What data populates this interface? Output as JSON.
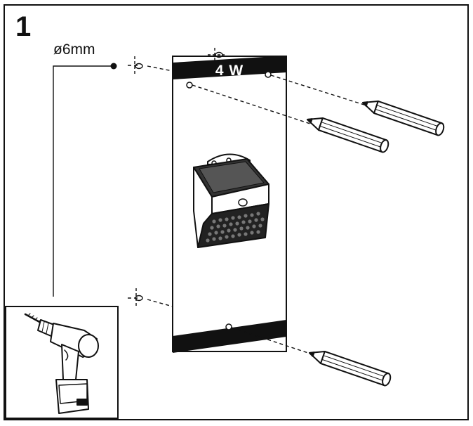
{
  "step": {
    "number": "1"
  },
  "drill": {
    "bit_size": "ø6mm"
  },
  "template": {
    "wattage_label": "4 W"
  },
  "icons": {
    "drill": "power-drill-icon",
    "lamp": "solar-wall-lamp-icon",
    "pencil": "pencil-icon"
  },
  "colors": {
    "ink": "#111111",
    "paper": "#ffffff"
  }
}
